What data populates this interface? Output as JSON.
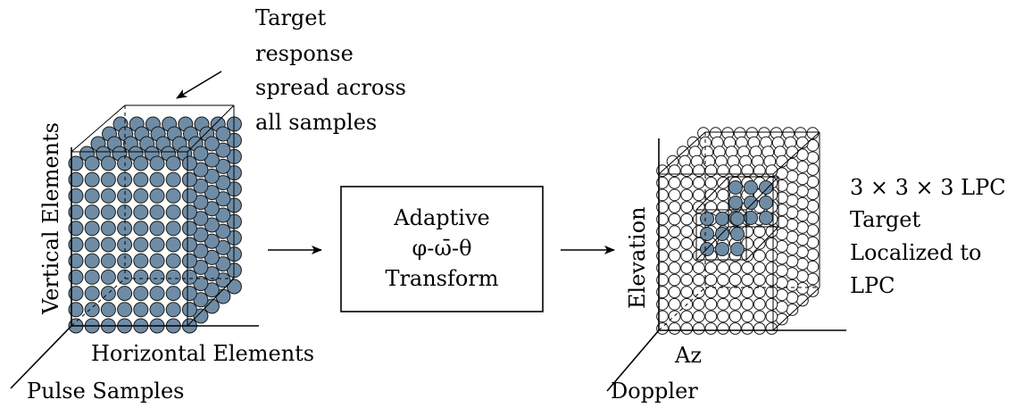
{
  "left_cube": {
    "annotation": [
      "Target",
      "response",
      "spread across",
      "all samples"
    ],
    "axis_vertical": "Vertical Elements",
    "axis_horizontal": "Horizontal Elements",
    "axis_depth": "Pulse Samples",
    "fill_color": "#6e8ca6"
  },
  "transform_box": {
    "line1": "Adaptive",
    "line2": "φ-ω̄-θ",
    "line3": "Transform"
  },
  "right_cube": {
    "annotation": [
      "3 × 3 × 3 LPC",
      "Target",
      "Localized to",
      "LPC"
    ],
    "axis_vertical": "Elevation",
    "axis_horizontal": "Az",
    "axis_depth": "Doppler",
    "fill_color": "#6e8ca6"
  }
}
